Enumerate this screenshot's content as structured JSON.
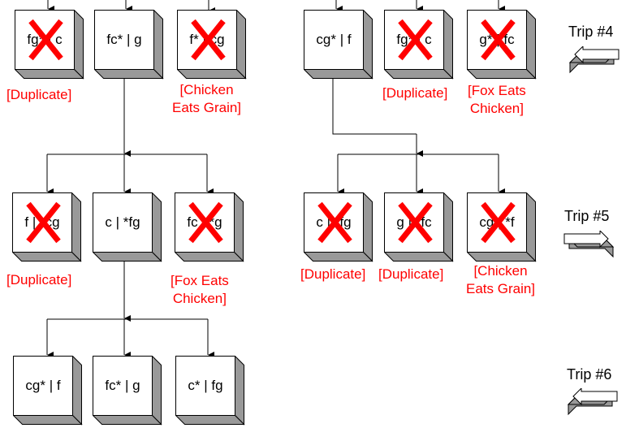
{
  "nodes": [
    {
      "label": "fg* | c",
      "crossed": true
    },
    {
      "label": "fc* | g",
      "crossed": false
    },
    {
      "label": "f* | cg",
      "crossed": true
    },
    {
      "label": "cg* | f",
      "crossed": false
    },
    {
      "label": "fg* | c",
      "crossed": true
    },
    {
      "label": "g* | fc",
      "crossed": true
    },
    {
      "label": "f | *cg",
      "crossed": true
    },
    {
      "label": "c | *fg",
      "crossed": false
    },
    {
      "label": "fc | *g",
      "crossed": true
    },
    {
      "label": "c | *fg",
      "crossed": true
    },
    {
      "label": "g | *fc",
      "crossed": true
    },
    {
      "label": "cg | *f",
      "crossed": true
    },
    {
      "label": "cg* | f",
      "crossed": false
    },
    {
      "label": "fc* | g",
      "crossed": false
    },
    {
      "label": "c* | fg",
      "crossed": false
    }
  ],
  "notes": [
    "[Duplicate]",
    "[Chicken\nEats Grain]",
    "[Duplicate]",
    "[Fox Eats\nChicken]",
    "[Duplicate]",
    "[Fox Eats\nChicken]",
    "[Duplicate]",
    "[Duplicate]",
    "[Chicken\nEats Grain]"
  ],
  "trips": [
    {
      "label": "Trip #4",
      "direction": "left"
    },
    {
      "label": "Trip #5",
      "direction": "right"
    },
    {
      "label": "Trip #6",
      "direction": "left"
    }
  ],
  "colors": {
    "cross": "#ff0000",
    "note": "#ff0000",
    "shade": "#999999"
  }
}
